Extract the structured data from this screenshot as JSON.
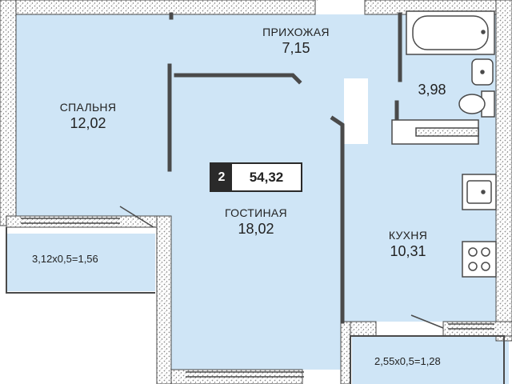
{
  "colors": {
    "room_fill": "#cfe5f6",
    "wall": "#4a4a4a",
    "hatch": "#9a9a9a",
    "badge_dark": "#2a2a2a"
  },
  "apartment": {
    "rooms_count": "2",
    "total_area": "54,32"
  },
  "rooms": [
    {
      "id": "hallway",
      "name": "ПРИХОЖАЯ",
      "area": "7,15"
    },
    {
      "id": "bedroom",
      "name": "СПАЛЬНЯ",
      "area": "12,02"
    },
    {
      "id": "living",
      "name": "ГОСТИНАЯ",
      "area": "18,02"
    },
    {
      "id": "kitchen",
      "name": "КУХНЯ",
      "area": "10,31"
    },
    {
      "id": "bathroom",
      "name": "",
      "area": "3,98"
    }
  ],
  "balconies": [
    {
      "id": "balcony-left",
      "label": "3,12x0,5=1,56"
    },
    {
      "id": "balcony-right",
      "label": "2,55x0,5=1,28"
    }
  ]
}
